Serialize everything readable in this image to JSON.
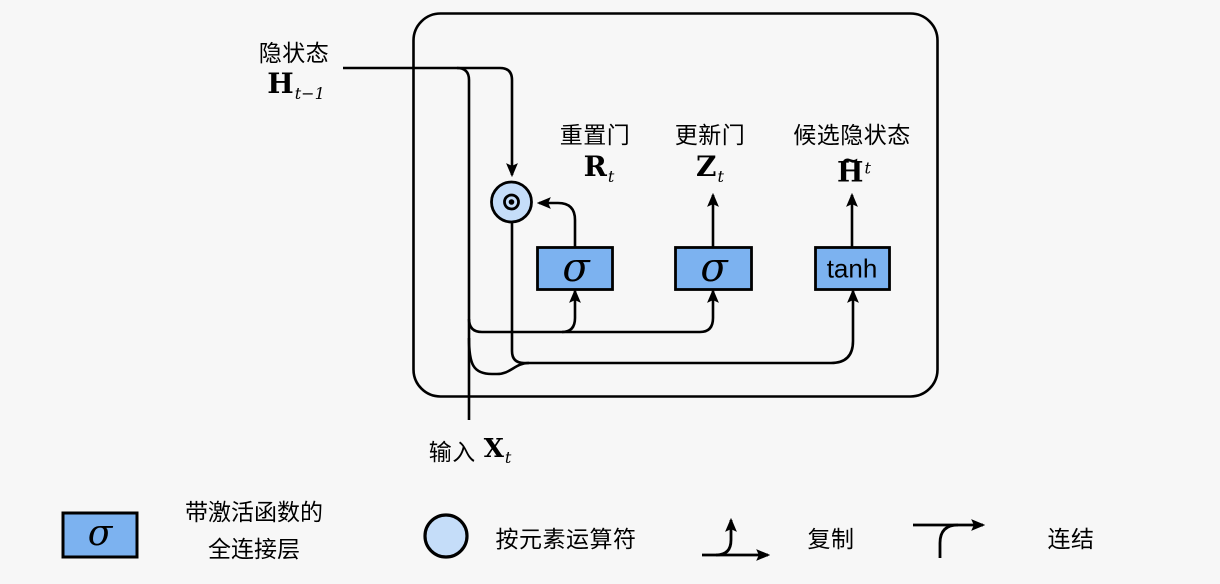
{
  "diagram": {
    "hidden_state": {
      "label": "隐状态",
      "symbol": "H",
      "subscript": "t−1"
    },
    "input": {
      "label": "输入",
      "symbol": "X",
      "subscript": "t"
    },
    "reset_gate": {
      "label": "重置门",
      "symbol": "R",
      "subscript": "t",
      "activation": "σ"
    },
    "update_gate": {
      "label": "更新门",
      "symbol": "Z",
      "subscript": "t",
      "activation": "σ"
    },
    "candidate": {
      "label": "候选隐状态",
      "tilde": "~",
      "symbol": "H",
      "subscript": "t",
      "activation": "tanh"
    }
  },
  "legend": {
    "fc_layer": {
      "symbol": "σ",
      "line1": "带激活函数的",
      "line2": "全连接层"
    },
    "elementwise": {
      "label": "按元素运算符"
    },
    "copy": {
      "label": "复制"
    },
    "concat": {
      "label": "连结"
    }
  },
  "colors": {
    "box_fill": "#7CB2F0",
    "operator_fill": "#C5DDF9",
    "line": "#000000",
    "background": "#F7F7F7"
  }
}
